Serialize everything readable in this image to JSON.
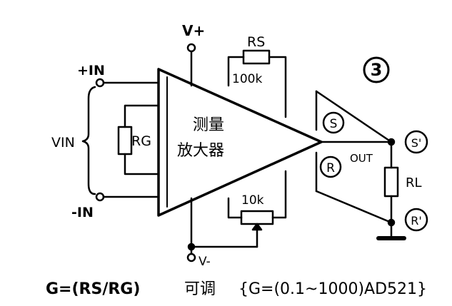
{
  "figure_number": "3",
  "labels": {
    "v_plus": "V+",
    "v_minus": "V-",
    "plus_in": "+IN",
    "minus_in": "-IN",
    "vin": "VIN",
    "rg": "RG",
    "rs": "RS",
    "rs_value": "100k",
    "trim_value": "10k",
    "amp_line1": "测量",
    "amp_line2": "放大器",
    "sense": "S",
    "reference": "R",
    "out": "OUT",
    "sense_prime": "S'",
    "ref_prime": "R'",
    "rl": "RL"
  },
  "caption": {
    "formula": "G=(RS/RG)",
    "adjustable": "可调",
    "range": "{G=(0.1~1000)AD521}"
  }
}
